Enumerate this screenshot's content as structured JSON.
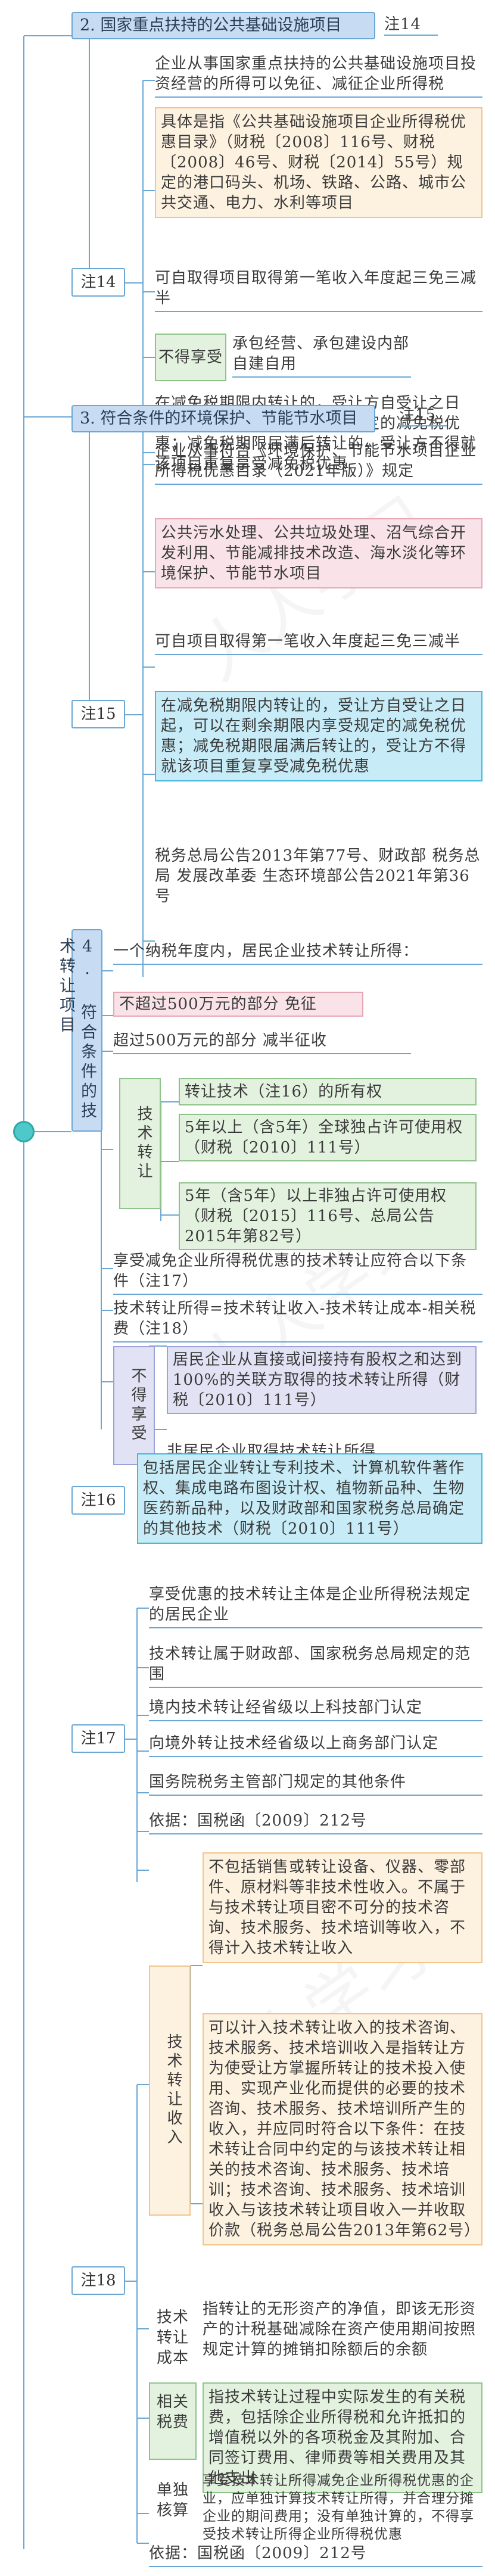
{
  "s2": {
    "title": "2. 国家重点扶持的公共基础设施项目",
    "tag": "注14",
    "note": "注14",
    "p1": "企业从事国家重点扶持的公共基础设施项目投资经营的所得可以免征、减征企业所得税",
    "p2": "具体是指《公共基础设施项目企业所得税优惠目录》（财税〔2008〕116号、财税〔2008〕46号、财税〔2014〕55号）规定的港口码头、机场、铁路、公路、城市公共交通、电力、水利等项目",
    "p3": "可自取得项目取得第一笔收入年度起三免三减半",
    "no_label": "不得享受",
    "no_text": "承包经营、承包建设内部自建自用",
    "p4": "在减免税期限内转让的，受让方自受让之日起，可以在剩余期限内享受规定的减免税优惠；减免税期限届满后转让的，受让方不得就该项目重复享受减免税优惠"
  },
  "s3": {
    "title": "3. 符合条件的环境保护、节能节水项目",
    "tag": "注15",
    "note": "注15",
    "p1": "企业从事符合《环境保护、节能节水项目企业所得税优惠目录（2021年版）》规定",
    "p2": "公共污水处理、公共垃圾处理、沼气综合开发利用、节能减排技术改造、海水淡化等环境保护、节能节水项目",
    "p3": "可自项目取得第一笔收入年度起三免三减半",
    "p4": "在减免税期限内转让的，受让方自受让之日起，可以在剩余期限内享受规定的减免税优惠；减免税期限届满后转让的，受让方不得就该项目重复享受减免税优惠",
    "p5": "税务总局公告2013年第77号、财政部 税务总局 发展改革委 生态环境部公告2021年第36号"
  },
  "s4": {
    "title": "4. 符合条件的技术转让项目",
    "intro": "一个纳税年度内，居民企业技术转让所得：",
    "r1": "不超过500万元的部分      免征",
    "r2": "超过500万元的部分      减半征收",
    "tt_label": "技术转让",
    "tt_head": "转让技术（注16）的所有权",
    "tt_a": "5年以上（含5年）全球独占许可使用权（财税〔2010〕111号）",
    "tt_b": "5年（含5年）以上非独占许可使用权（财税〔2015〕116号、总局公告2015年第82号）",
    "p5": "享受减免企业所得税优惠的技术转让应符合以下条件（注17）",
    "p6": "技术转让所得=技术转让收入-技术转让成本-相关税费（注18）",
    "no_label": "不得享受",
    "no_a": "居民企业从直接或间接持有股权之和达到100%的关联方取得的技术转让所得（财税〔2010〕111号）",
    "no_b": "非居民企业取得技术转让所得"
  },
  "n16": {
    "note": "注16",
    "text": "包括居民企业转让专利技术、计算机软件著作权、集成电路布图设计权、植物新品种、生物医药新品种，以及财政部和国家税务总局确定的其他技术（财税〔2010〕111号）"
  },
  "n17": {
    "note": "注17",
    "p1": "享受优惠的技术转让主体是企业所得税法规定的居民企业",
    "p2": "技术转让属于财政部、国家税务总局规定的范围",
    "p3": "境内技术转让经省级以上科技部门认定",
    "p4": "向境外转让技术经省级以上商务部门认定",
    "p5": "国务院税务主管部门规定的其他条件",
    "p6": "依据：国税函〔2009〕212号"
  },
  "n18": {
    "note": "注18",
    "income_label": "技术转让收入",
    "income_a": "不包括销售或转让设备、仪器、零部件、原材料等非技术性收入。不属于与技术转让项目密不可分的技术咨询、技术服务、技术培训等收入，不得计入技术转让收入",
    "income_b": "可以计入技术转让收入的技术咨询、技术服务、技术培训收入是指转让方为使受让方掌握所转让的技术投入使用、实现产业化而提供的必要的技术咨询、技术服务、技术培训所产生的收入，并应同时符合以下条件：在技术转让合同中约定的与该技术转让相关的技术咨询、技术服务、技术培训；技术咨询、技术服务、技术培训收入与该技术转让项目收入一并收取价款（税务总局公告2013年第62号）",
    "cost_label": "技术转让成本",
    "cost_text": "指转让的无形资产的净值，即该无形资产的计税基础减除在资产使用期间按照规定计算的摊销扣除额后的余额",
    "tax_label": "相关税费",
    "tax_text": "指技术转让过程中实际发生的有关税费，包括除企业所得税和允许抵扣的增值税以外的各项税金及其附加、合同签订费用、律师费等相关费用及其他支出",
    "acct_label": "单独核算",
    "acct_text": "享受技术转让所得减免企业所得税优惠的企业，应单独计算技术转让所得，并合理分摊企业的期间费用；没有单独计算的，不得享受技术转让所得企业所得税优惠",
    "basis": "依据：国税函〔2009〕212号"
  }
}
